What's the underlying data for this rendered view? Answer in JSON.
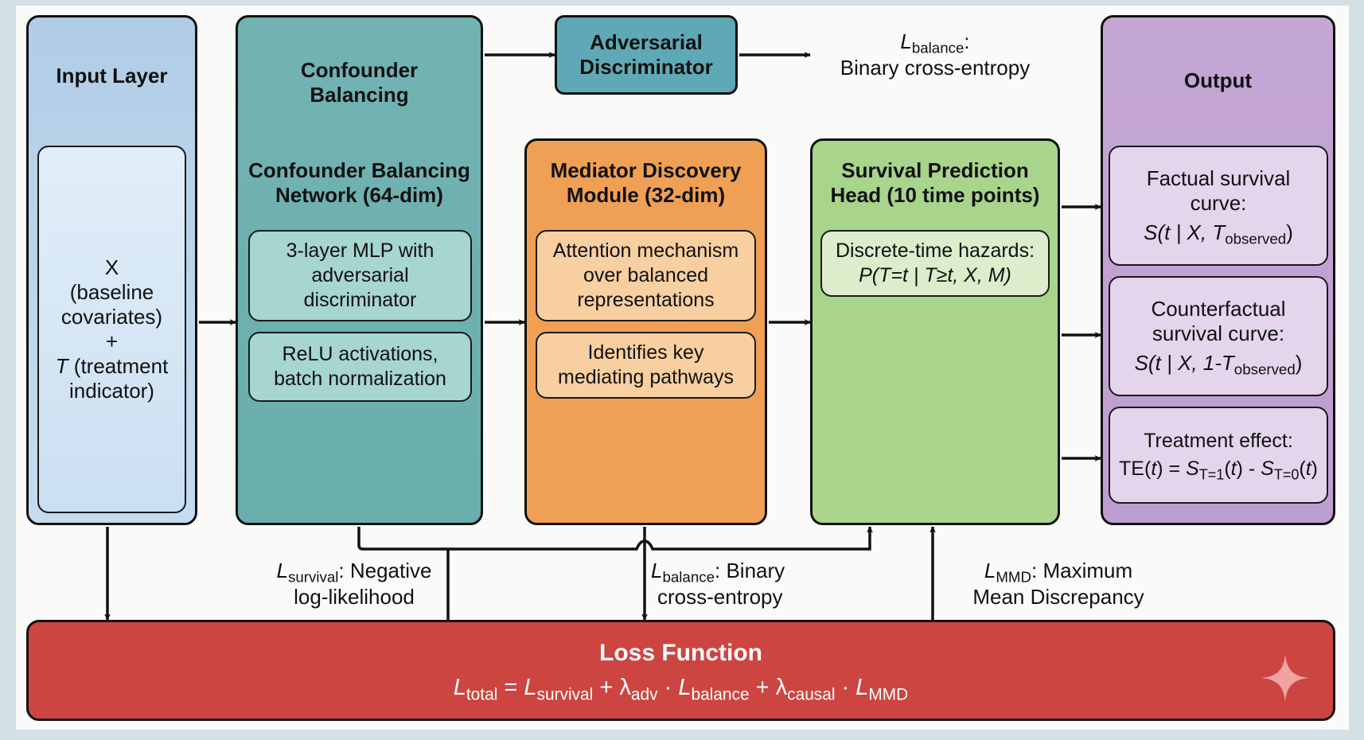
{
  "input_layer": {
    "title": "Input Layer",
    "x_label": "X",
    "x_desc_1": "(baseline",
    "x_desc_2": "covariates)",
    "plus": "+",
    "t_symbol": "T",
    "t_desc_1": " (treatment",
    "t_desc_2": "indicator)"
  },
  "confounder_balancing": {
    "title_1": "Confounder",
    "title_2": "Balancing",
    "subtitle_1": "Confounder Balancing",
    "subtitle_2": "Network (64-dim)",
    "block1": [
      "3-layer MLP with",
      "adversarial",
      "discriminator"
    ],
    "block2": [
      "ReLU activations,",
      "batch normalization"
    ]
  },
  "adversarial_discriminator": {
    "line1": "Adversarial",
    "line2": "Discriminator"
  },
  "top_loss_label": {
    "symbol": "L",
    "sub": "balance",
    "suffix": ":",
    "line2": "Binary cross-entropy"
  },
  "mediator": {
    "title_1": "Mediator Discovery",
    "title_2": "Module (32-dim)",
    "block1": [
      "Attention mechanism",
      "over balanced",
      "representations"
    ],
    "block2": [
      "Identifies key",
      "mediating pathways"
    ]
  },
  "survival_head": {
    "title_1": "Survival Prediction",
    "title_2": "Head (10 time points)",
    "block_line1": "Discrete-time hazards:",
    "block_formula": "P(T=t | T≥t, X, M)"
  },
  "output": {
    "title": "Output",
    "factual": {
      "line1": "Factual survival",
      "line2": "curve:",
      "formula_pre": "S(t | X, T",
      "formula_sub": "observed",
      "formula_post": ")"
    },
    "counterfactual": {
      "line1": "Counterfactual",
      "line2": "survival curve:",
      "formula_pre": "S(t | X, 1-T",
      "formula_sub": "observed",
      "formula_post": ")"
    },
    "treatment_effect": {
      "line1": "Treatment effect:",
      "formula": "TE(t) = S_T=1(t) - S_T=0(t)",
      "f_a": "TE(",
      "f_t1": "t",
      "f_b": ") = ",
      "f_S1": "S",
      "f_sub1": "T=1",
      "f_c": "(",
      "f_t2": "t",
      "f_d": ") - ",
      "f_S2": "S",
      "f_sub2": "T=0",
      "f_e": "(",
      "f_t3": "t",
      "f_f": ")"
    }
  },
  "edge_labels": {
    "survival": {
      "symbol": "L",
      "sub": "survival",
      "rest": ": Negative",
      "line2": "log-likelihood"
    },
    "balance": {
      "symbol": "L",
      "sub": "balance",
      "rest": ": Binary",
      "line2": "cross-entropy"
    },
    "mmd": {
      "symbol": "L",
      "sub": "MMD",
      "rest": ": Maximum",
      "line2": "Mean Discrepancy"
    }
  },
  "loss_function": {
    "title": "Loss Function",
    "formula_text": "L_total = L_survival + λ_adv · L_balance + λ_causal · L_MMD",
    "terms": {
      "l1": "L",
      "s1": "total",
      "eq": " = ",
      "l2": "L",
      "s2": "survival",
      "p1": " + ",
      "lam1": "λ",
      "s3": "adv",
      "dot1": " · ",
      "l3": "L",
      "s4": "balance",
      "p2": " + ",
      "lam2": "λ",
      "s5": "causal",
      "dot2": " · ",
      "l4": "L",
      "s6": "MMD"
    }
  },
  "icons": {
    "watermark": "sparkle-icon"
  },
  "colors": {
    "input": "#b1cde6",
    "confounder": "#6aaeae",
    "adversarial": "#5fa9b6",
    "mediator": "#f0a054",
    "survival": "#a9d48c",
    "output": "#bd9ed0",
    "loss": "#cc4540"
  }
}
